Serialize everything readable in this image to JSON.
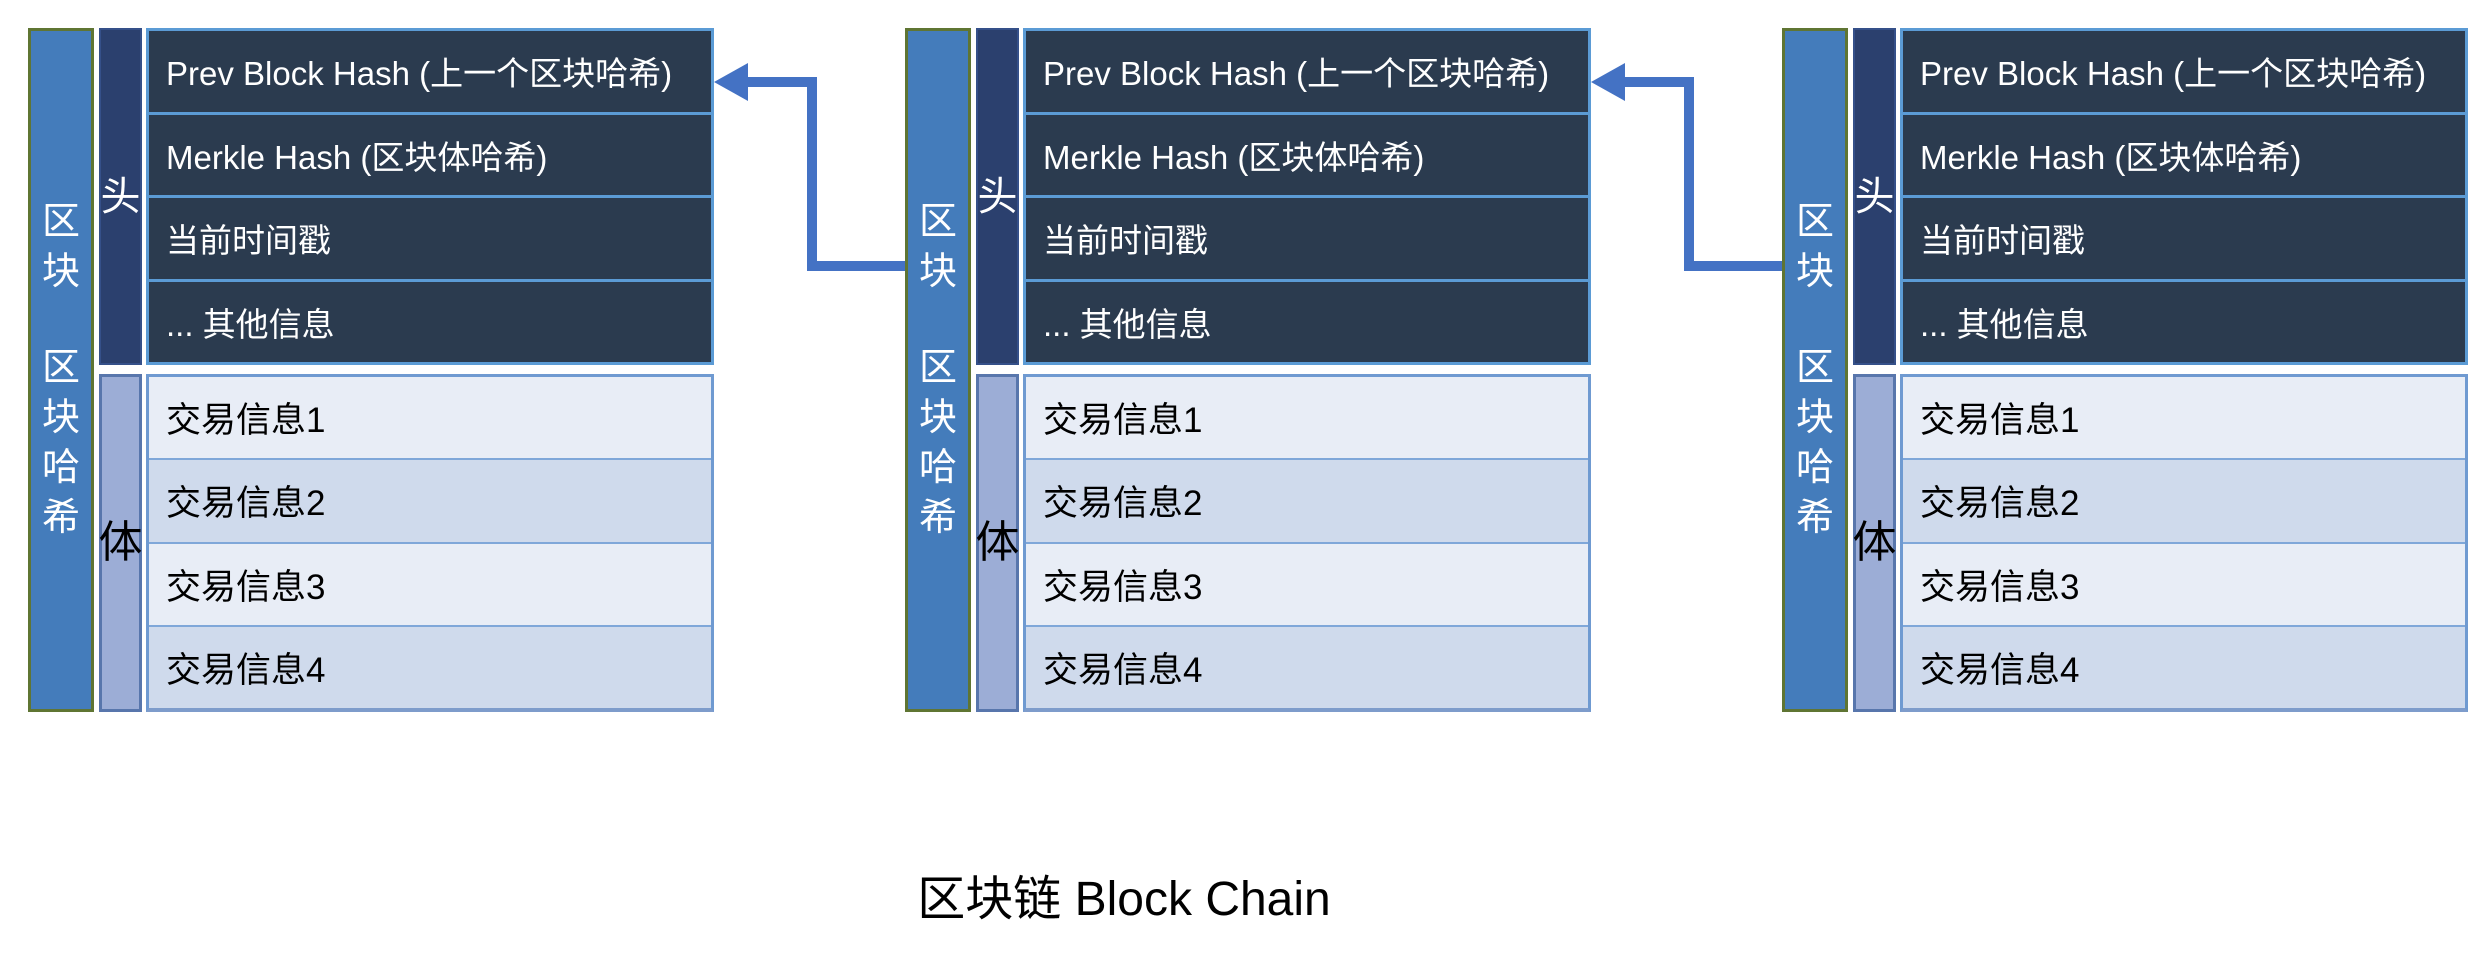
{
  "title": "区块链 Block Chain",
  "colors": {
    "arrow": "#4472C4",
    "bar_blue": "#447CBB",
    "bar_border_olive": "#5F7533",
    "header_strip_navy": "#2B406E",
    "header_row_slate": "#2B3B4F",
    "table_border_blue": "#5B9BD5",
    "body_row_light": "#E8EDF6",
    "body_row_dark": "#CFDAEC",
    "body_strip_periwinkle": "#9CADD6"
  },
  "blocks": [
    {
      "side_label_top": "区块",
      "side_label_bottom": "区块哈希",
      "header_label": "头",
      "body_label": "体",
      "header_rows": [
        "Prev Block Hash (上一个区块哈希)",
        "Merkle Hash (区块体哈希)",
        "当前时间戳",
        "... 其他信息"
      ],
      "body_rows": [
        "交易信息1",
        "交易信息2",
        "交易信息3",
        "交易信息4"
      ]
    },
    {
      "side_label_top": "区块",
      "side_label_bottom": "区块哈希",
      "header_label": "头",
      "body_label": "体",
      "header_rows": [
        "Prev Block Hash (上一个区块哈希)",
        "Merkle Hash (区块体哈希)",
        "当前时间戳",
        "... 其他信息"
      ],
      "body_rows": [
        "交易信息1",
        "交易信息2",
        "交易信息3",
        "交易信息4"
      ]
    },
    {
      "side_label_top": "区块",
      "side_label_bottom": "区块哈希",
      "header_label": "头",
      "body_label": "体",
      "header_rows": [
        "Prev Block Hash (上一个区块哈希)",
        "Merkle Hash (区块体哈希)",
        "当前时间戳",
        "... 其他信息"
      ],
      "body_rows": [
        "交易信息1",
        "交易信息2",
        "交易信息3",
        "交易信息4"
      ]
    }
  ]
}
